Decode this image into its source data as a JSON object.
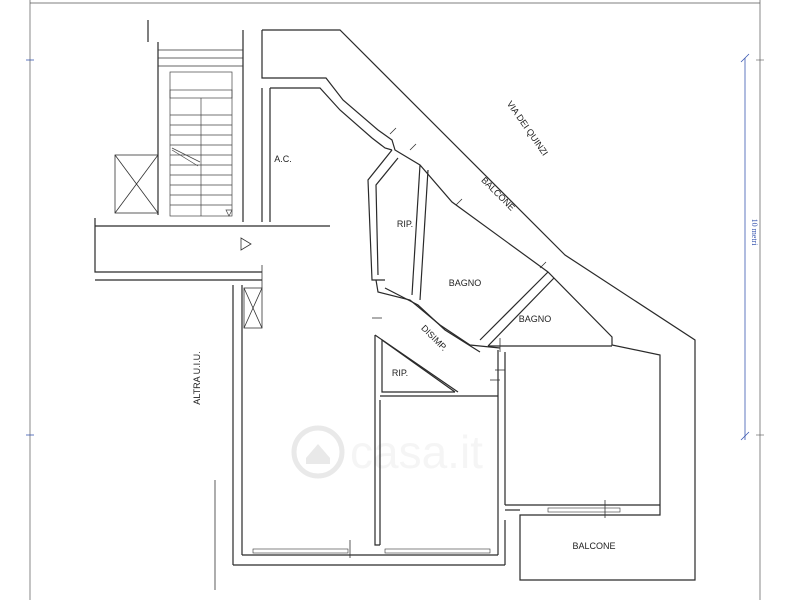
{
  "labels": {
    "street": "VIA DEI QUINZI",
    "balcone_top": "BALCONE",
    "balcone_bottom": "BALCONE",
    "ac": "A.C.",
    "rip_top": "RIP.",
    "rip_bottom": "RIP.",
    "bagno_1": "BAGNO",
    "bagno_2": "BAGNO",
    "disimp": "DISIMP.",
    "altra_uiu": "ALTRA U.I.U."
  },
  "scale": {
    "label": "10 metri"
  },
  "watermark": {
    "text": "casa.it"
  },
  "colors": {
    "walls": "#2a2a2a",
    "scale": "#3a57b0",
    "watermark": "#cfcfcf"
  }
}
